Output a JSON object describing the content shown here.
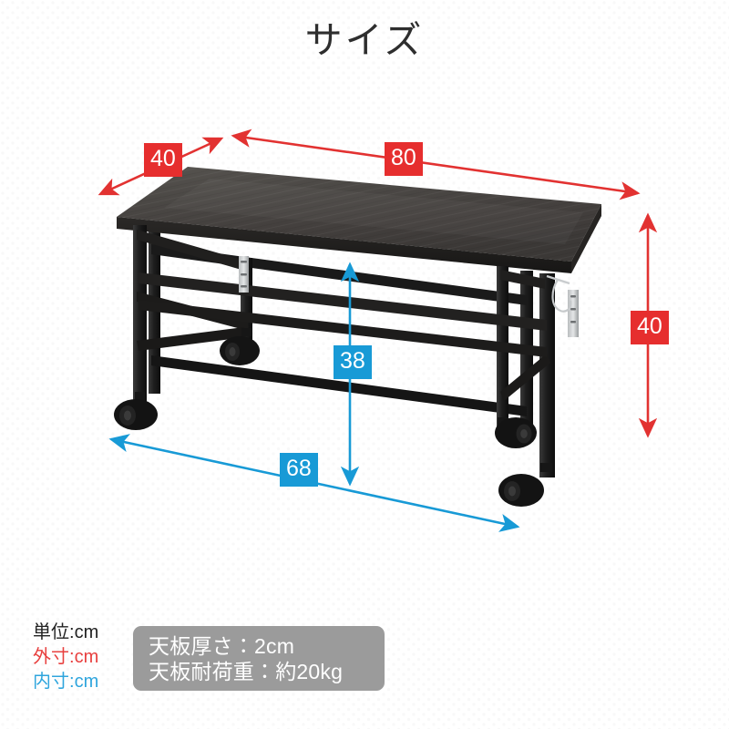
{
  "page": {
    "title": "サイズ",
    "background_color": "#ffffff"
  },
  "colors": {
    "outer_dimension": "#e62e2e",
    "inner_dimension": "#189ad6",
    "spec_box": "#9b9b9b",
    "title_text": "#2e2e2e",
    "tabletop": "#4a4848",
    "frame": "#1b1b1b"
  },
  "product": {
    "name": "folding-table-with-casters",
    "tabletop_material": "dark woodgrain",
    "frame_material": "black steel",
    "has_casters": true,
    "caster_count": 4,
    "has_folding_hinge": true
  },
  "dimensions": {
    "depth": {
      "value": "40",
      "type": "outer",
      "color": "#e62e2e"
    },
    "width": {
      "value": "80",
      "type": "outer",
      "color": "#e62e2e"
    },
    "height": {
      "value": "40",
      "type": "outer",
      "color": "#e62e2e"
    },
    "inner_height": {
      "value": "38",
      "type": "inner",
      "color": "#189ad6"
    },
    "inner_width": {
      "value": "68",
      "type": "inner",
      "color": "#189ad6"
    }
  },
  "legend": {
    "rows": [
      {
        "label": "単位:",
        "unit": "cm",
        "kind": "unit"
      },
      {
        "label": "外寸:",
        "unit": "cm",
        "kind": "outer"
      },
      {
        "label": "内寸:",
        "unit": "cm",
        "kind": "inner"
      }
    ]
  },
  "spec_box": {
    "lines": [
      "天板厚さ：2cm",
      "天板耐荷重：約20kg"
    ]
  },
  "chart_data": {
    "type": "table",
    "title": "サイズ",
    "categories": [
      "幅 (width)",
      "奥行 (depth)",
      "高さ (height)",
      "内寸高さ (inner height)",
      "内寸幅 (inner width)"
    ],
    "values": [
      80,
      40,
      40,
      38,
      68
    ],
    "unit": "cm",
    "annotations": [
      "天板厚さ：2cm",
      "天板耐荷重：約20kg"
    ],
    "legend": [
      "単位:cm",
      "外寸:cm",
      "内寸:cm"
    ]
  }
}
